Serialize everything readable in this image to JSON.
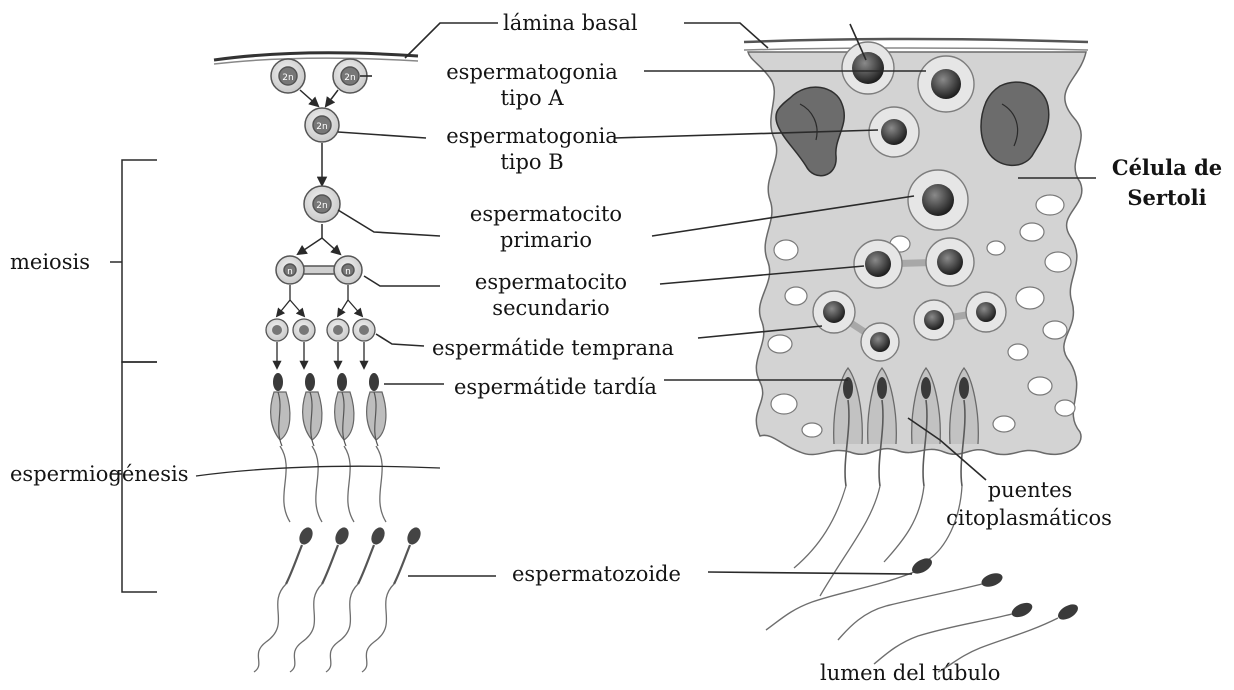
{
  "labels": {
    "lamina_basal": "lámina basal",
    "espermatogonia_a": [
      "espermatogonia",
      "tipo A"
    ],
    "espermatogonia_b": [
      "espermatogonia",
      "tipo B"
    ],
    "espermatocito_primario": [
      "espermatocito",
      "primario"
    ],
    "espermatocito_secundario": [
      "espermatocito",
      "secundario"
    ],
    "espermatide_temprana": "espermátide temprana",
    "espermatide_tardia": "espermátide tardía",
    "espermatozoide": "espermatozoide",
    "celula_sertoli": [
      "Célula de",
      "Sertoli"
    ],
    "puentes": [
      "puentes",
      "citoplasmáticos"
    ],
    "lumen": "lumen del túbulo",
    "meiosis": "meiosis",
    "espermiogenesis": "espermiogénesis"
  },
  "cell_markers": {
    "spermatogonium": "2n",
    "secondary": "n"
  },
  "colors": {
    "ink": "#141414",
    "line": "#2a2a2a",
    "tissue": "#d3d3d3",
    "cell": "#e6e6e6",
    "nucleus": "#2e2e2e",
    "tail": "#6e6e6e"
  }
}
